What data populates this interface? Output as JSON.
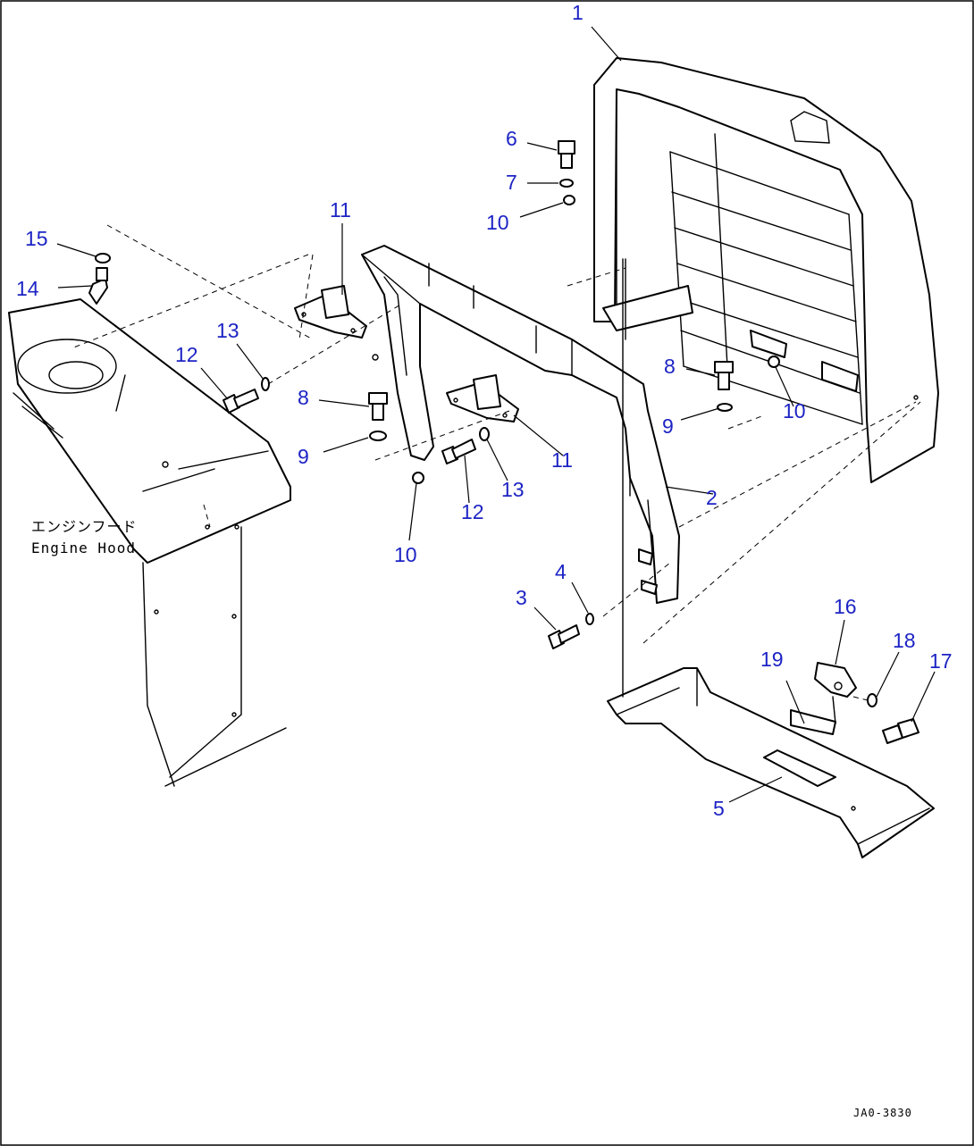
{
  "callouts": {
    "c1": "1",
    "c2": "2",
    "c3": "3",
    "c4": "4",
    "c5": "5",
    "c6": "6",
    "c7": "7",
    "c8a": "8",
    "c8b": "8",
    "c9a": "9",
    "c9b": "9",
    "c10a": "10",
    "c10b": "10",
    "c10c": "10",
    "c11a": "11",
    "c11b": "11",
    "c12a": "12",
    "c12b": "12",
    "c13a": "13",
    "c13b": "13",
    "c14": "14",
    "c15": "15",
    "c16": "16",
    "c17": "17",
    "c18": "18",
    "c19": "19"
  },
  "labels": {
    "engine_hood_jp": "エンジンフード",
    "engine_hood_en": "Engine Hood"
  },
  "drawing_code": "JA0-3830",
  "colors": {
    "callout": "#1d24c4",
    "line": "#000000",
    "background": "#ffffff"
  }
}
